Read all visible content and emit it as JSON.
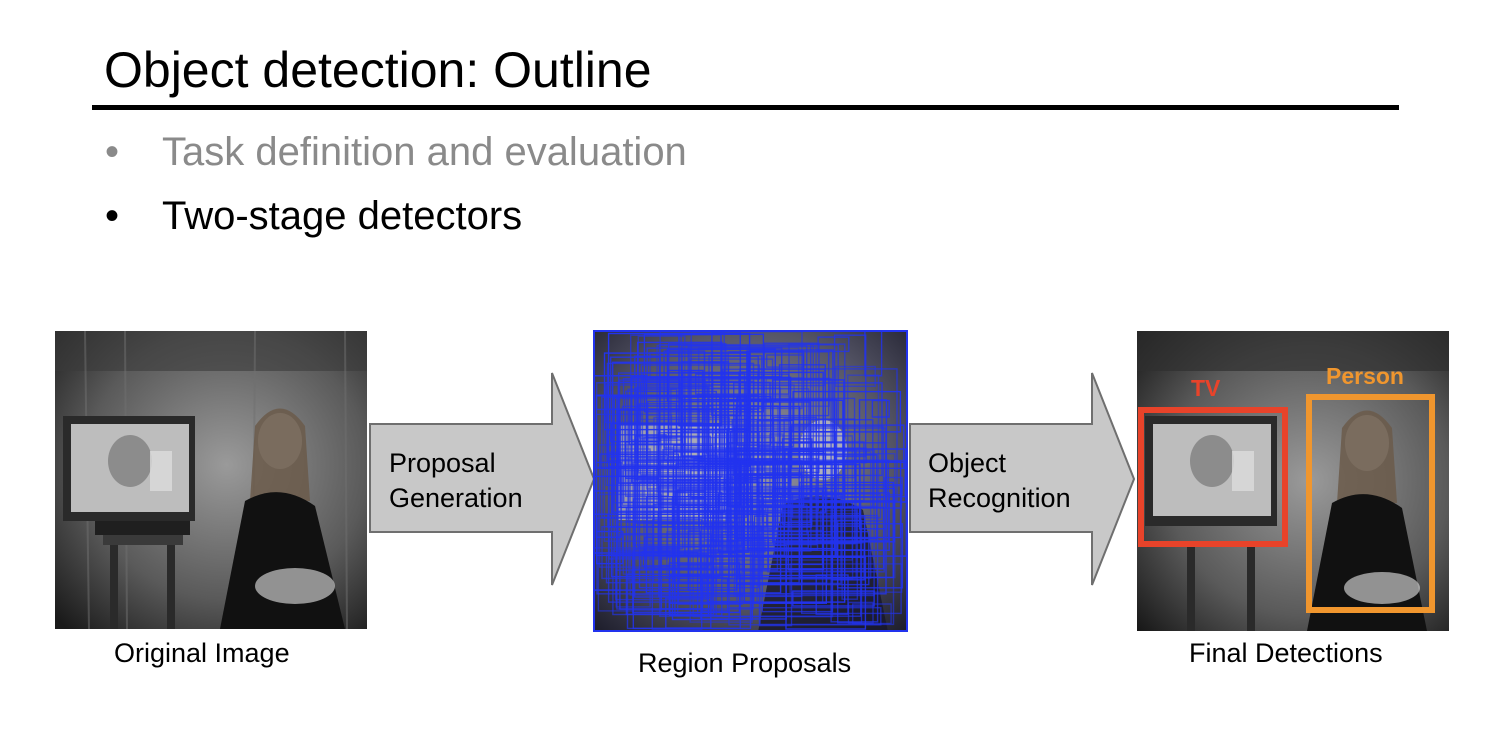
{
  "slide": {
    "title": "Object detection: Outline",
    "bullets": [
      {
        "marker": "•",
        "text": "Task definition and evaluation"
      },
      {
        "marker": "•",
        "text": "Two-stage detectors"
      }
    ]
  },
  "pipeline": {
    "original_caption": "Original Image",
    "proposals_caption": "Region Proposals",
    "final_caption": "Final Detections",
    "arrow1": {
      "line1": "Proposal",
      "line2": "Generation"
    },
    "arrow2": {
      "line1": "Object",
      "line2": "Recognition"
    },
    "detections": [
      {
        "label": "TV",
        "color": "#e8432a"
      },
      {
        "label": "Person",
        "color": "#f0962e"
      }
    ],
    "proposal_color": "#2233ee"
  }
}
